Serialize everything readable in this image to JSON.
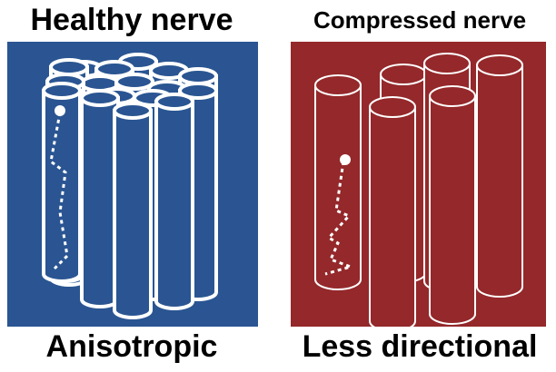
{
  "left": {
    "title": "Healthy nerve",
    "caption": "Anisotropic",
    "background": "#2a5592"
  },
  "right": {
    "title": "Compressed nerve",
    "caption": "Less directional",
    "background": "#94282a"
  },
  "stroke_color": "#ffffff"
}
